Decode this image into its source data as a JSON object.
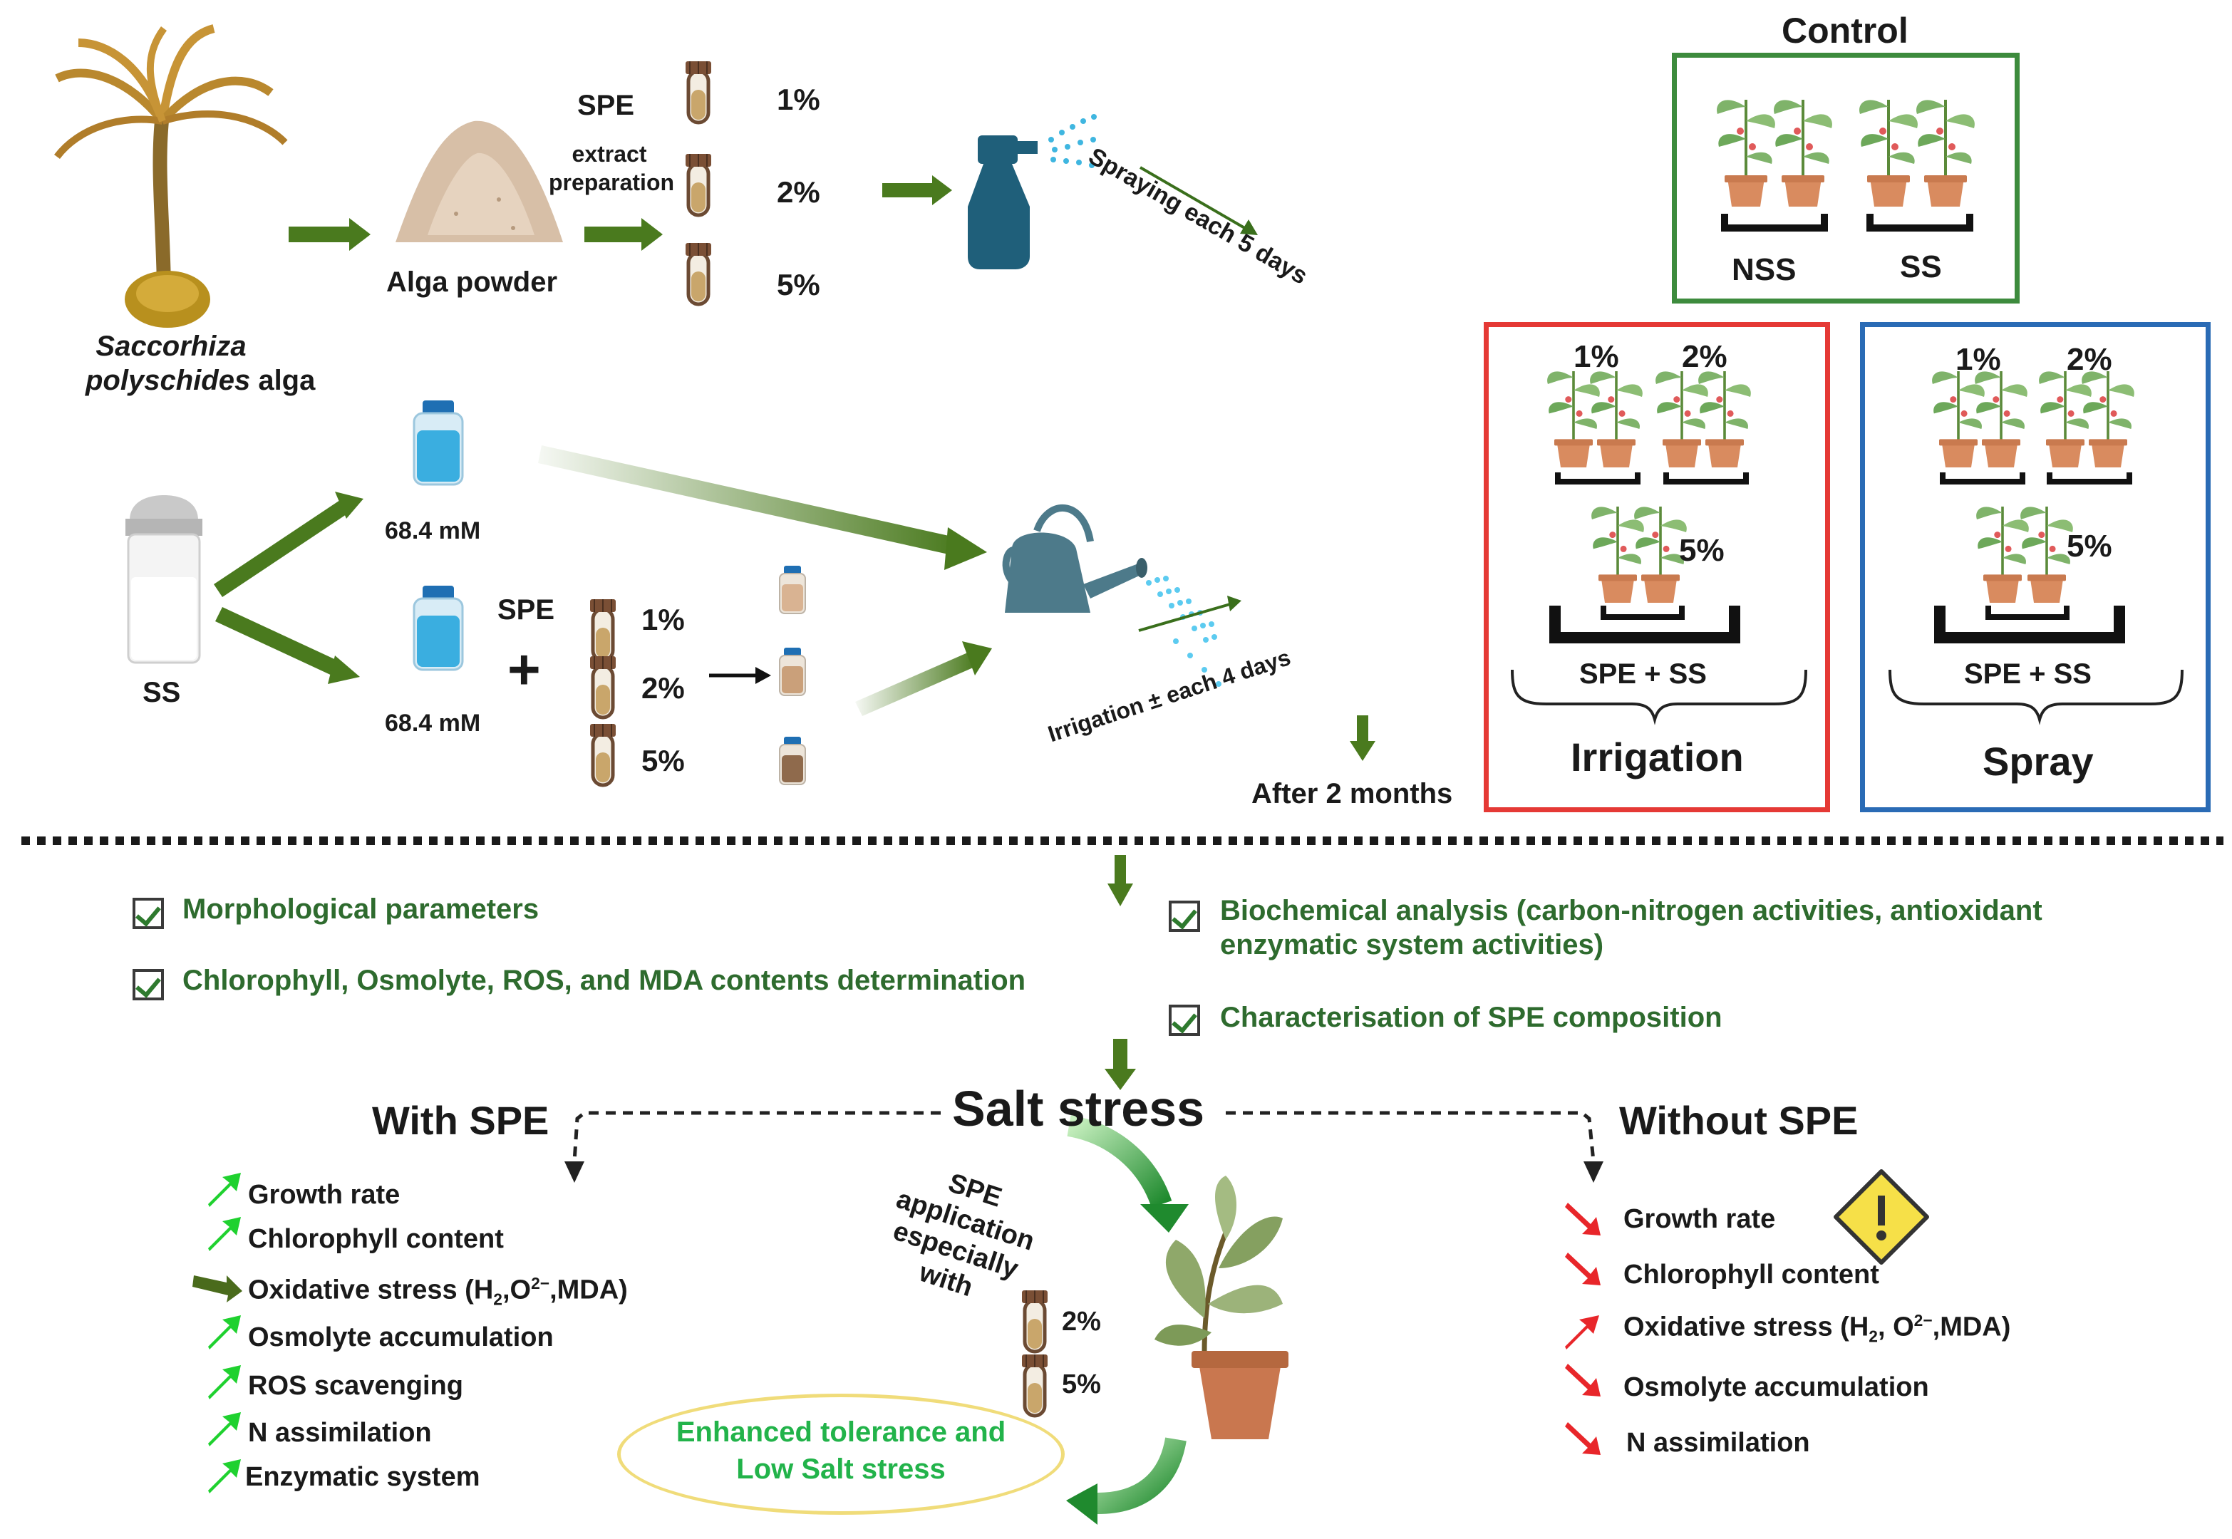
{
  "top": {
    "alga_label_italic": "Saccorhiza",
    "alga_label_line2_italic": "polyschides",
    "alga_label_line2_rest": " alga",
    "alga_powder": "Alga powder",
    "spe": "SPE",
    "extract": "extract",
    "preparation": "preparation",
    "conc_1": "1%",
    "conc_2": "2%",
    "conc_5": "5%",
    "spraying": "Spraying each 5 days"
  },
  "middle": {
    "ss": "SS",
    "conc_mm_1": "68.4 mM",
    "conc_mm_2": "68.4 mM",
    "spe": "SPE",
    "plus": "+",
    "conc_1": "1%",
    "conc_2": "2%",
    "conc_5": "5%",
    "irrigation": "Irrigation ± each 4 days",
    "after": "After 2 months"
  },
  "control": {
    "title": "Control",
    "nss": "NSS",
    "ss": "SS"
  },
  "irrigation_box": {
    "p1": "1%",
    "p2": "2%",
    "p5": "5%",
    "group": "SPE + SS",
    "title": "Irrigation"
  },
  "spray_box": {
    "p1": "1%",
    "p2": "2%",
    "p5": "5%",
    "group": "SPE + SS",
    "title": "Spray"
  },
  "analyses": {
    "morph": "Morphological parameters",
    "chloro": "Chlorophyll, Osmolyte, ROS, and MDA contents determination",
    "bio_line1": "Biochemical analysis (carbon-nitrogen activities, antioxidant",
    "bio_line2": "enzymatic system activities)",
    "charac": "Characterisation of SPE composition"
  },
  "outcome": {
    "salt_stress": "Salt stress",
    "with_spe": "With SPE",
    "without_spe": "Without SPE",
    "with_items": [
      "Growth rate",
      "Chlorophyll content",
      "Oxidative stress (H",
      "Osmolyte accumulation",
      "ROS scavenging",
      "N assimilation",
      "Enzymatic system"
    ],
    "without_items": [
      "Growth rate",
      "Chlorophyll content",
      "Oxidative stress (H",
      "Osmolyte accumulation",
      "N assimilation"
    ],
    "ox_with_sub": "2",
    "ox_with_rest_a": "O",
    "ox_with_sup": "2−",
    "ox_with_rest_b": ",MDA)",
    "spe_app_1": "SPE",
    "spe_app_2": "application",
    "spe_app_3": "especially",
    "spe_app_4": "with",
    "spe_app_2pct": "2%",
    "spe_app_5pct": "5%",
    "enhanced_1": "Enhanced tolerance and",
    "enhanced_2": "Low Salt stress"
  },
  "colors": {
    "arrow_green": "#4a7a1e",
    "control_border": "#3d8b3d",
    "irrigation_border": "#e53935",
    "spray_border": "#2a6bb5",
    "up_arrow": "#1fd12f",
    "down_arrow": "#e8262a",
    "enhanced_text": "#22b34a"
  }
}
